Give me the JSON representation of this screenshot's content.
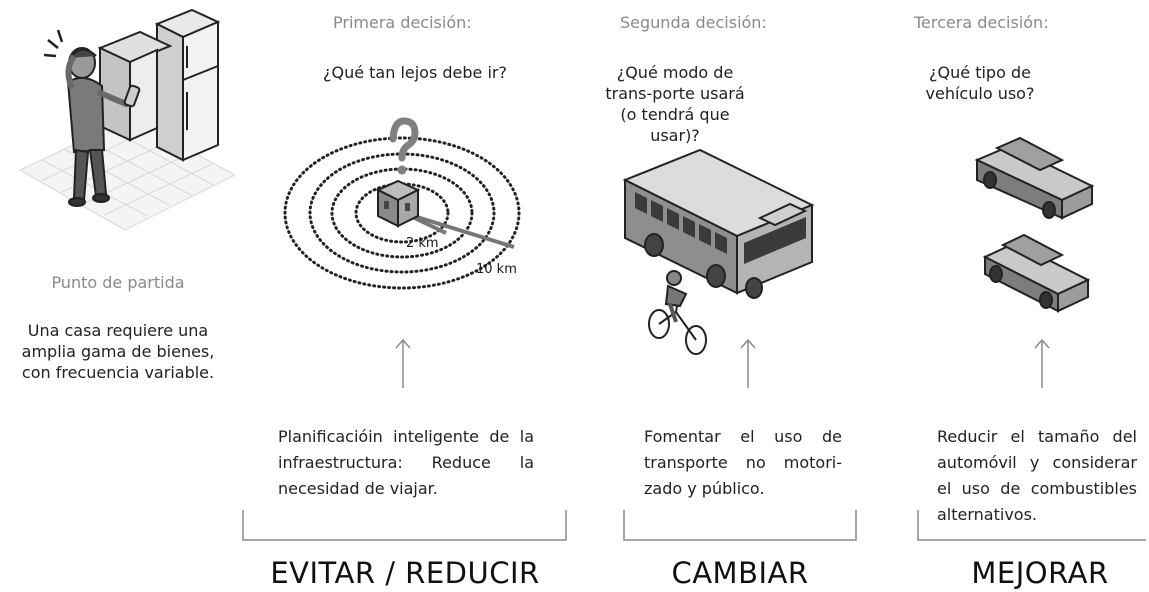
{
  "start": {
    "title": "Punto de partida",
    "text": "Una casa requiere una amplia gama de bienes, con frecuencia variable."
  },
  "decisions": [
    {
      "heading": "Primera decisión:",
      "question": "¿Qué tan lejos debe ir?",
      "description": "Planificacióin inteligente de la infraestructura: Reduce la necesidad de viajar.",
      "category": "EVITAR / REDUCIR"
    },
    {
      "heading": "Segunda decisión:",
      "question": "¿Qué modo de trans-porte usará (o tendrá que usar)?",
      "description": "Fomentar el uso de transporte no motori-zado y público.",
      "category": "CAMBIAR"
    },
    {
      "heading": "Tercera decisión:",
      "question": "¿Qué tipo de vehículo uso?",
      "description": "Reducir el tamaño del automóvil y considerar el uso de combustibles alternativos.",
      "category": "MEJORAR"
    }
  ],
  "distance_labels": {
    "inner": "2 km",
    "outer": "10 km"
  },
  "icons": [
    "person-at-fridge",
    "question-mark",
    "house",
    "bus",
    "cyclist",
    "car",
    "arrow-up"
  ]
}
